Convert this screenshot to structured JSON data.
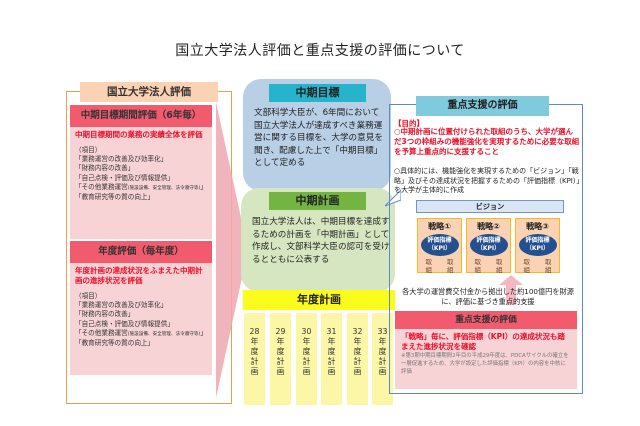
{
  "title": "国立大学法人評価と重点支援の評価について",
  "left_panel": {
    "header": "国立大学法人評価",
    "mid_term_eval": {
      "header": "中期目標期間評価（6年毎）",
      "summary": "中期目標期間の業務の実績全体を評価",
      "items_label": "（項目）",
      "items": [
        {
          "text": "「業務運営の改善及び効率化」"
        },
        {
          "text": "「財務内容の改善」"
        },
        {
          "text": "「自己点検・評価及び情報提供」"
        },
        {
          "text": "「その他業務運営",
          "small": "(施設設備、安全管理、法令遵守等)",
          "end": "」"
        },
        {
          "text": "「教育研究等の質の向上」"
        }
      ]
    },
    "annual_eval": {
      "header": "年度評価（毎年度）",
      "summary": "年度計画の達成状況をふまえた中期計画の進捗状況を評価",
      "items_label": "（項目）",
      "items": [
        {
          "text": "「業務運営の改善及び効率化」"
        },
        {
          "text": "「財務内容の改善」"
        },
        {
          "text": "「自己点検・評価及び情報提供」"
        },
        {
          "text": "「その他業務運営",
          "small": "(施設設備、安全管理、法令遵守等)",
          "end": "」"
        },
        {
          "text": "「教育研究等の質の向上」"
        }
      ]
    }
  },
  "center": {
    "mid_term_goal": {
      "header": "中期目標",
      "text": "文部科学大臣が、6年間において国立大学法人が達成すべき業務運営に関する目標を、大学の意見を聞き、配慮した上で「中期目標」として定める"
    },
    "mid_term_plan": {
      "header": "中期計画",
      "text": "国立大学法人は、中期目標を達成するための計画を「中期計画」として作成し、文部科学大臣の認可を受けるとともに公表する"
    },
    "annual_plan": {
      "header": "年度計画",
      "years": [
        {
          "num": "28",
          "label": "年度計画"
        },
        {
          "num": "29",
          "label": "年度計画"
        },
        {
          "num": "30",
          "label": "年度計画"
        },
        {
          "num": "31",
          "label": "年度計画"
        },
        {
          "num": "32",
          "label": "年度計画"
        },
        {
          "num": "33",
          "label": "年度計画"
        }
      ]
    }
  },
  "right_panel": {
    "header": "重点支援の評価",
    "purpose_label": "【目的】",
    "purpose_text": "○中期計画に位置付けられた取組のうち、大学が選んだ3つの枠組みの機能強化を実現するために必要な取組を予算上重点的に支援すること",
    "detail_text": "○具体的には、機能強化を実現するための「ビジョン」「戦略」及びその達成状況を把握するための「評価指標（KPI）」を大学が主体的に作成",
    "vision_label": "ビジョン",
    "strategies": [
      {
        "label": "戦略①",
        "kpi_line1": "評価指標",
        "kpi_line2": "（KPI）",
        "action1": "取組",
        "action2": "取組"
      },
      {
        "label": "戦略②",
        "kpi_line1": "評価指標",
        "kpi_line2": "（KPI）",
        "action1": "取組",
        "action2": "取組"
      },
      {
        "label": "戦略③",
        "kpi_line1": "評価指標",
        "kpi_line2": "（KPI）",
        "action1": "取組",
        "action2": "取組"
      }
    ],
    "funding_text": "各大学の運営費交付金から拠出した約100億円を財源に、評価に基づき重点的支援",
    "priority_eval": {
      "header": "重点支援の評価",
      "summary": "「戦略」毎に、評価指標（KPI）の達成状況も踏まえた進捗状況を確認",
      "note": "※第3期中期目標期間2年目の平成29年度は、PDCAサイクルの確立を一層促進するため、大学が設定した評価指標（KPI）の内容を中核に評価"
    }
  },
  "colors": {
    "orange_frame": "#e8a04a",
    "pink_header": "#f25a6e",
    "pink_bg": "#f7d3d6",
    "red_text": "#e8102a",
    "goal_blue": "#b8cfe6",
    "goal_head": "#25b4cc",
    "plan_green": "#d6e6c1",
    "plan_head": "#74b442",
    "year_yellow": "#fbfc1c",
    "kpi_navy": "#24508f",
    "right_frame": "#5b8bc6"
  }
}
